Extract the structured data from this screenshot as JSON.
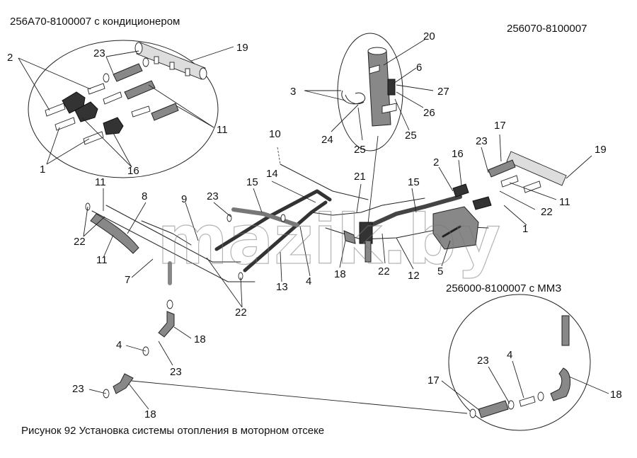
{
  "headers": {
    "variant_ac": "256А70-8100007 с кондиционером",
    "variant_base": "256070-8100007",
    "variant_mmz": "256000-8100007 с ММЗ"
  },
  "caption": "Рисунок 92  Установка системы отопления в моторном отсеке",
  "watermark": "mazik.by",
  "callouts": {
    "c_2_tl": "2",
    "c_23_tl": "23",
    "c_19_tl": "19",
    "c_11_tl": "11",
    "c_1_tl": "1",
    "c_16_tl": "16",
    "c_20": "20",
    "c_6": "6",
    "c_27": "27",
    "c_26": "26",
    "c_25a": "25",
    "c_3": "3",
    "c_24": "24",
    "c_25b": "25",
    "c_10": "10",
    "c_14": "14",
    "c_21": "21",
    "c_15a": "15",
    "c_15b": "15",
    "c_2_r": "2",
    "c_16_r": "16",
    "c_23_r": "23",
    "c_17_r": "17",
    "c_19_r": "19",
    "c_11_r": "11",
    "c_22_r": "22",
    "c_1_r": "1",
    "c_11_l": "11",
    "c_8": "8",
    "c_9": "9",
    "c_23_m": "23",
    "c_22_l": "22",
    "c_11_l2": "11",
    "c_7": "7",
    "c_13": "13",
    "c_4_m": "4",
    "c_18_m": "18",
    "c_22_m": "22",
    "c_12": "12",
    "c_5": "5",
    "c_22_b": "22",
    "c_18_l": "18",
    "c_4_l": "4",
    "c_23_l": "23",
    "c_23_bl": "23",
    "c_18_bl": "18",
    "c_17_br": "17",
    "c_23_br": "23",
    "c_4_br": "4",
    "c_18_br": "18"
  }
}
